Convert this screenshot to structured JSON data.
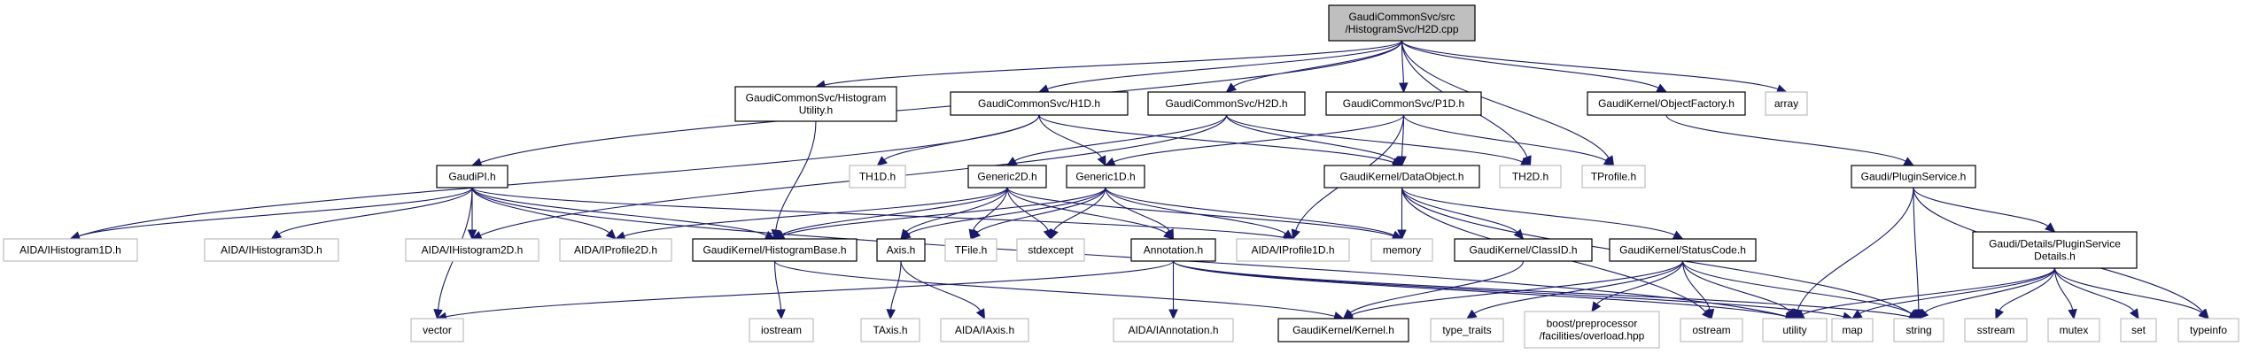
{
  "title": "Include dependency graph for GaudiCommonSvc/src/HistogramSvc/H2D.cpp",
  "colors": {
    "edge": "#191970",
    "root_fill": "#bfbfbf",
    "documented_border": "#000000",
    "external_border": "#bfbfbf"
  },
  "nodes": [
    {
      "id": "root",
      "label": [
        "GaudiCommonSvc/src",
        "/HistogramSvc/H2D.cpp"
      ],
      "kind": "root"
    },
    {
      "id": "histutil",
      "label": [
        "GaudiCommonSvc/Histogram",
        "Utility.h"
      ],
      "kind": "documented"
    },
    {
      "id": "h1d",
      "label": [
        "GaudiCommonSvc/H1D.h"
      ],
      "kind": "documented"
    },
    {
      "id": "h2d",
      "label": [
        "GaudiCommonSvc/H2D.h"
      ],
      "kind": "documented"
    },
    {
      "id": "p1d",
      "label": [
        "GaudiCommonSvc/P1D.h"
      ],
      "kind": "documented"
    },
    {
      "id": "objfactory",
      "label": [
        "GaudiKernel/ObjectFactory.h"
      ],
      "kind": "documented"
    },
    {
      "id": "array",
      "label": [
        "array"
      ],
      "kind": "external"
    },
    {
      "id": "gaudipi",
      "label": [
        "GaudiPI.h"
      ],
      "kind": "documented"
    },
    {
      "id": "th1d",
      "label": [
        "TH1D.h"
      ],
      "kind": "external"
    },
    {
      "id": "generic2d",
      "label": [
        "Generic2D.h"
      ],
      "kind": "documented"
    },
    {
      "id": "generic1d",
      "label": [
        "Generic1D.h"
      ],
      "kind": "documented"
    },
    {
      "id": "dataobject",
      "label": [
        "GaudiKernel/DataObject.h"
      ],
      "kind": "documented"
    },
    {
      "id": "th2d",
      "label": [
        "TH2D.h"
      ],
      "kind": "external"
    },
    {
      "id": "tprofile",
      "label": [
        "TProfile.h"
      ],
      "kind": "external"
    },
    {
      "id": "pluginservice",
      "label": [
        "Gaudi/PluginService.h"
      ],
      "kind": "documented"
    },
    {
      "id": "ihist1d",
      "label": [
        "AIDA/IHistogram1D.h"
      ],
      "kind": "external"
    },
    {
      "id": "ihist3d",
      "label": [
        "AIDA/IHistogram3D.h"
      ],
      "kind": "external"
    },
    {
      "id": "ihist2d",
      "label": [
        "AIDA/IHistogram2D.h"
      ],
      "kind": "external"
    },
    {
      "id": "iprofile2d",
      "label": [
        "AIDA/IProfile2D.h"
      ],
      "kind": "external"
    },
    {
      "id": "histbase",
      "label": [
        "GaudiKernel/HistogramBase.h"
      ],
      "kind": "documented"
    },
    {
      "id": "axis",
      "label": [
        "Axis.h"
      ],
      "kind": "documented"
    },
    {
      "id": "tfile",
      "label": [
        "TFile.h"
      ],
      "kind": "external"
    },
    {
      "id": "stdexcept",
      "label": [
        "stdexcept"
      ],
      "kind": "external"
    },
    {
      "id": "annotation",
      "label": [
        "Annotation.h"
      ],
      "kind": "documented"
    },
    {
      "id": "iprofile1d",
      "label": [
        "AIDA/IProfile1D.h"
      ],
      "kind": "external"
    },
    {
      "id": "memory",
      "label": [
        "memory"
      ],
      "kind": "external"
    },
    {
      "id": "classid",
      "label": [
        "GaudiKernel/ClassID.h"
      ],
      "kind": "documented"
    },
    {
      "id": "statuscode",
      "label": [
        "GaudiKernel/StatusCode.h"
      ],
      "kind": "documented"
    },
    {
      "id": "psdetails",
      "label": [
        "Gaudi/Details/PluginService",
        "Details.h"
      ],
      "kind": "documented"
    },
    {
      "id": "vector",
      "label": [
        "vector"
      ],
      "kind": "external"
    },
    {
      "id": "iostream",
      "label": [
        "iostream"
      ],
      "kind": "external"
    },
    {
      "id": "taxis",
      "label": [
        "TAxis.h"
      ],
      "kind": "external"
    },
    {
      "id": "iaxis",
      "label": [
        "AIDA/IAxis.h"
      ],
      "kind": "external"
    },
    {
      "id": "iannotation",
      "label": [
        "AIDA/IAnnotation.h"
      ],
      "kind": "external"
    },
    {
      "id": "kernel",
      "label": [
        "GaudiKernel/Kernel.h"
      ],
      "kind": "documented"
    },
    {
      "id": "typetraits",
      "label": [
        "type_traits"
      ],
      "kind": "external"
    },
    {
      "id": "boost",
      "label": [
        "boost/preprocessor",
        "/facilities/overload.hpp"
      ],
      "kind": "external"
    },
    {
      "id": "ostream",
      "label": [
        "ostream"
      ],
      "kind": "external"
    },
    {
      "id": "utility",
      "label": [
        "utility"
      ],
      "kind": "external"
    },
    {
      "id": "map",
      "label": [
        "map"
      ],
      "kind": "external"
    },
    {
      "id": "string",
      "label": [
        "string"
      ],
      "kind": "external"
    },
    {
      "id": "sstream",
      "label": [
        "sstream"
      ],
      "kind": "external"
    },
    {
      "id": "mutex",
      "label": [
        "mutex"
      ],
      "kind": "external"
    },
    {
      "id": "set",
      "label": [
        "set"
      ],
      "kind": "external"
    },
    {
      "id": "typeinfo",
      "label": [
        "typeinfo"
      ],
      "kind": "external"
    }
  ],
  "edges": [
    [
      "root",
      "histutil"
    ],
    [
      "root",
      "h1d"
    ],
    [
      "root",
      "h2d"
    ],
    [
      "root",
      "p1d"
    ],
    [
      "root",
      "objfactory"
    ],
    [
      "root",
      "array"
    ],
    [
      "root",
      "gaudipi"
    ],
    [
      "root",
      "th2d"
    ],
    [
      "root",
      "tprofile"
    ],
    [
      "histutil",
      "histbase"
    ],
    [
      "h1d",
      "ihist1d"
    ],
    [
      "h1d",
      "th1d"
    ],
    [
      "h1d",
      "generic1d"
    ],
    [
      "h1d",
      "dataobject"
    ],
    [
      "h2d",
      "generic2d"
    ],
    [
      "h2d",
      "dataobject"
    ],
    [
      "h2d",
      "th2d"
    ],
    [
      "h2d",
      "ihist2d"
    ],
    [
      "p1d",
      "generic1d"
    ],
    [
      "p1d",
      "dataobject"
    ],
    [
      "p1d",
      "tprofile"
    ],
    [
      "p1d",
      "iprofile1d"
    ],
    [
      "objfactory",
      "pluginservice"
    ],
    [
      "gaudipi",
      "ihist1d"
    ],
    [
      "gaudipi",
      "ihist3d"
    ],
    [
      "gaudipi",
      "ihist2d"
    ],
    [
      "gaudipi",
      "iprofile2d"
    ],
    [
      "gaudipi",
      "histbase"
    ],
    [
      "gaudipi",
      "vector"
    ],
    [
      "gaudipi",
      "utility"
    ],
    [
      "gaudipi",
      "iprofile1d"
    ],
    [
      "generic2d",
      "iprofile2d"
    ],
    [
      "generic2d",
      "histbase"
    ],
    [
      "generic2d",
      "axis"
    ],
    [
      "generic2d",
      "tfile"
    ],
    [
      "generic2d",
      "stdexcept"
    ],
    [
      "generic2d",
      "annotation"
    ],
    [
      "generic2d",
      "memory"
    ],
    [
      "generic1d",
      "histbase"
    ],
    [
      "generic1d",
      "axis"
    ],
    [
      "generic1d",
      "tfile"
    ],
    [
      "generic1d",
      "stdexcept"
    ],
    [
      "generic1d",
      "annotation"
    ],
    [
      "generic1d",
      "iprofile1d"
    ],
    [
      "generic1d",
      "memory"
    ],
    [
      "dataobject",
      "memory"
    ],
    [
      "dataobject",
      "classid"
    ],
    [
      "dataobject",
      "statuscode"
    ],
    [
      "dataobject",
      "string"
    ],
    [
      "dataobject",
      "ostream"
    ],
    [
      "histbase",
      "iostream"
    ],
    [
      "histbase",
      "kernel"
    ],
    [
      "axis",
      "taxis"
    ],
    [
      "axis",
      "iaxis"
    ],
    [
      "annotation",
      "vector"
    ],
    [
      "annotation",
      "iannotation"
    ],
    [
      "annotation",
      "utility"
    ],
    [
      "annotation",
      "map"
    ],
    [
      "annotation",
      "string"
    ],
    [
      "classid",
      "kernel"
    ],
    [
      "statuscode",
      "kernel"
    ],
    [
      "statuscode",
      "typetraits"
    ],
    [
      "statuscode",
      "boost"
    ],
    [
      "statuscode",
      "ostream"
    ],
    [
      "statuscode",
      "utility"
    ],
    [
      "statuscode",
      "string"
    ],
    [
      "pluginservice",
      "psdetails"
    ],
    [
      "pluginservice",
      "utility"
    ],
    [
      "pluginservice",
      "string"
    ],
    [
      "pluginservice",
      "typeinfo"
    ],
    [
      "psdetails",
      "utility"
    ],
    [
      "psdetails",
      "map"
    ],
    [
      "psdetails",
      "string"
    ],
    [
      "psdetails",
      "sstream"
    ],
    [
      "psdetails",
      "mutex"
    ],
    [
      "psdetails",
      "set"
    ],
    [
      "psdetails",
      "typeinfo"
    ]
  ]
}
